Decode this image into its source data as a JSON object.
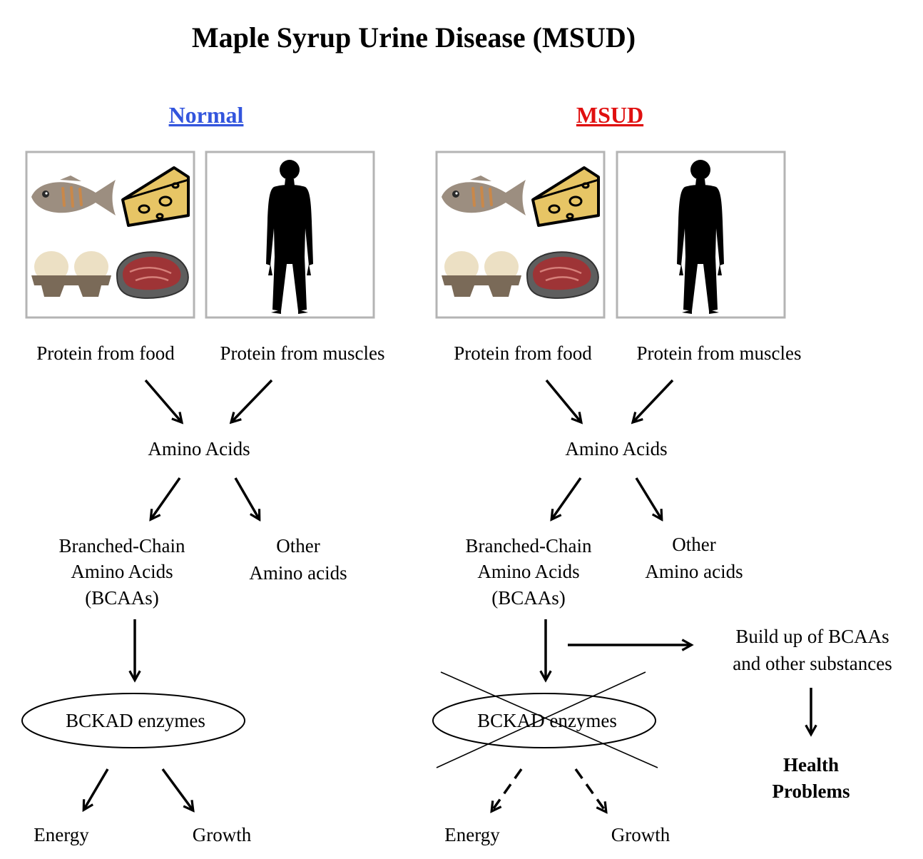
{
  "title": "Maple Syrup Urine Disease (MSUD)",
  "colors": {
    "normal": "#3355dd",
    "msud": "#e01010"
  },
  "normal": {
    "header": "Normal",
    "food_label": "Protein from food",
    "muscle_label": "Protein from muscles",
    "amino_acids": "Amino Acids",
    "bcaa_line1": "Branched-Chain",
    "bcaa_line2": "Amino Acids",
    "bcaa_line3": "(BCAAs)",
    "other_line1": "Other",
    "other_line2": "Amino acids",
    "enzyme": "BCKAD enzymes",
    "energy": "Energy",
    "growth": "Growth"
  },
  "msud": {
    "header": "MSUD",
    "food_label": "Protein from food",
    "muscle_label": "Protein from muscles",
    "amino_acids": "Amino Acids",
    "bcaa_line1": "Branched-Chain",
    "bcaa_line2": "Amino Acids",
    "bcaa_line3": "(BCAAs)",
    "other_line1": "Other",
    "other_line2": "Amino acids",
    "enzyme": "BCKAD enzymes",
    "energy": "Energy",
    "growth": "Growth",
    "buildup_line1": "Build up of BCAAs",
    "buildup_line2": "and other substances",
    "health_line1": "Health",
    "health_line2": "Problems"
  }
}
